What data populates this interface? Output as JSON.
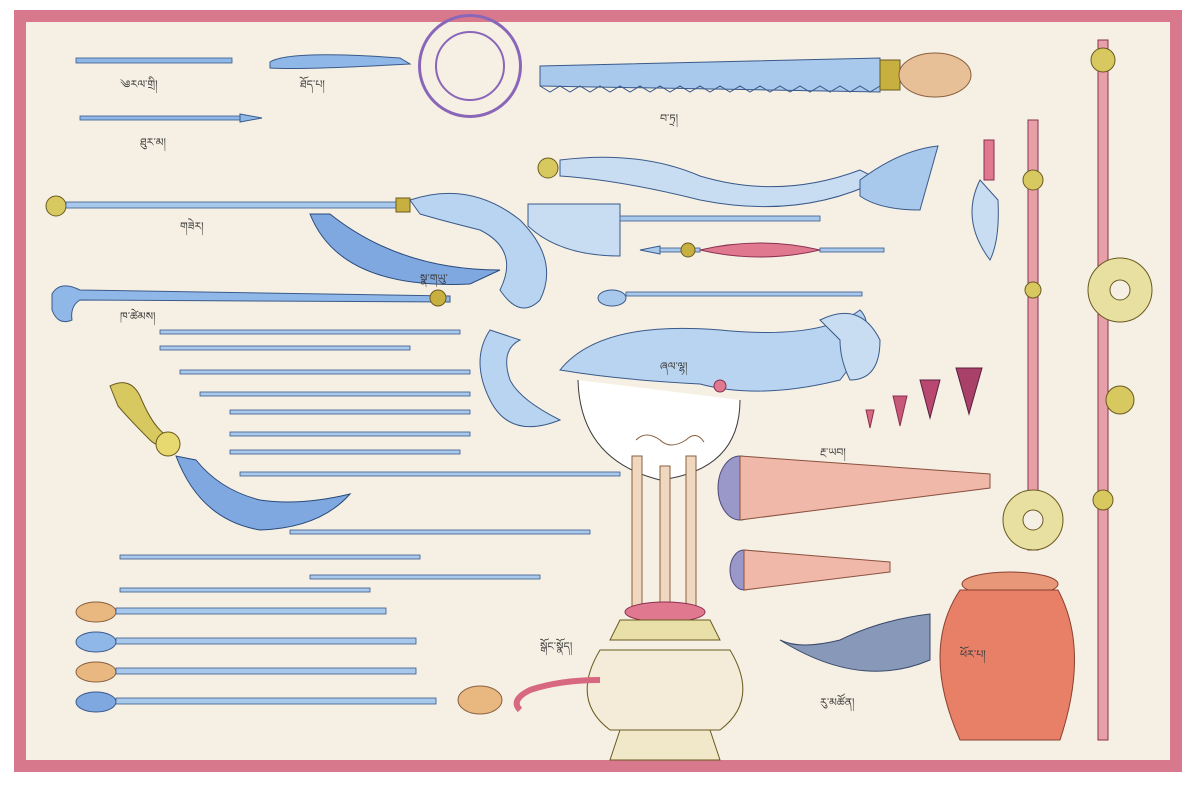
{
  "stamp": {
    "text": ""
  },
  "labels": [
    "༄རལ་གྲི།",
    "ཐོད་པ།",
    "བ་ཏྲ།",
    "ཐུར་མ།",
    "གཟེར།",
    "སྣ་གཡུ་",
    "ཁ་ཚེམས།",
    "ཞལ་ལྷ།",
    "རྔ་ཡབ།",
    "སྒོང་སྣོད།",
    "ཕོར་པ།",
    "རུ་མཚོན།"
  ],
  "colors": {
    "border": "#d8788c",
    "paper": "#f6f0e4",
    "blade": "#8fb8e8",
    "pink": "#e07890",
    "gold": "#c8b040",
    "tan": "#e8b880"
  }
}
